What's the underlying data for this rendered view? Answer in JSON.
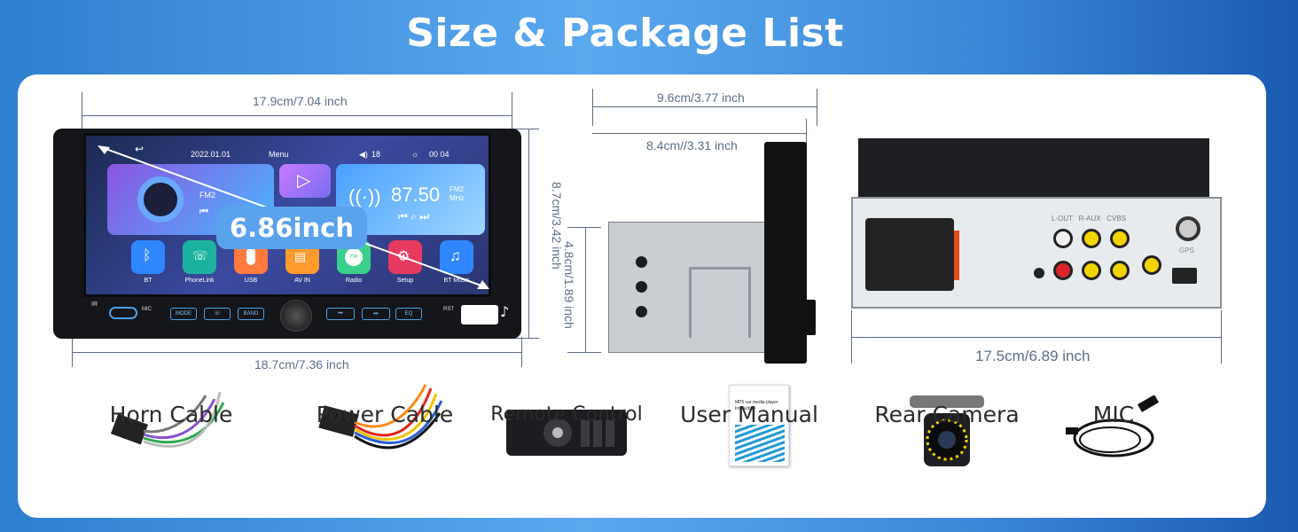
{
  "title": "Size & Package List",
  "dimensions": {
    "front_width_top": "17.9cm/7.04 inch",
    "front_height": "8.7cm/3.42 inch",
    "front_width_bottom": "18.7cm/7.36 inch",
    "side_depth_outer": "9.6cm/3.77 inch",
    "side_depth_inner": "8.4cm//3.31 inch",
    "side_height": "4.8cm/1.89 inch",
    "rear_width": "17.5cm/6.89 inch"
  },
  "screen": {
    "size_badge": "6.86inch",
    "date": "2022.01.01",
    "menu": "Menu",
    "volume": "18",
    "clock": "00 04",
    "band": "FM2",
    "frequency": "87.50",
    "freq_band": "FM2",
    "freq_unit": "MHz",
    "apps": [
      "BT",
      "PhoneLink",
      "USB",
      "AV IN",
      "Radio",
      "Setup",
      "BT Music"
    ]
  },
  "panel": {
    "ir": "IR",
    "mic": "MIC",
    "rst": "RST",
    "buttons": [
      "MODE",
      "",
      "BAND",
      "",
      "",
      "EQ"
    ]
  },
  "rear": {
    "port_labels_top": [
      "L-OUT",
      "R-AUX",
      "CVBS"
    ],
    "gps": "GPS"
  },
  "package_items": [
    {
      "label": "Horn Cable",
      "icon": "horn-cable-icon"
    },
    {
      "label": "Power Cable",
      "icon": "power-cable-icon"
    },
    {
      "label": "Remote Control",
      "icon": "remote-control-icon"
    },
    {
      "label": "User Manual",
      "icon": "user-manual-icon"
    },
    {
      "label": "Rear Camera",
      "icon": "rear-camera-icon"
    },
    {
      "label": "MIC",
      "icon": "mic-icon"
    }
  ],
  "manual_cover": "MP5 car media player Instruction",
  "colors": {
    "background": "#3c88d8",
    "badge": "#5aa3ec",
    "dimension_line": "#5c6a86",
    "card": "#ffffff"
  }
}
